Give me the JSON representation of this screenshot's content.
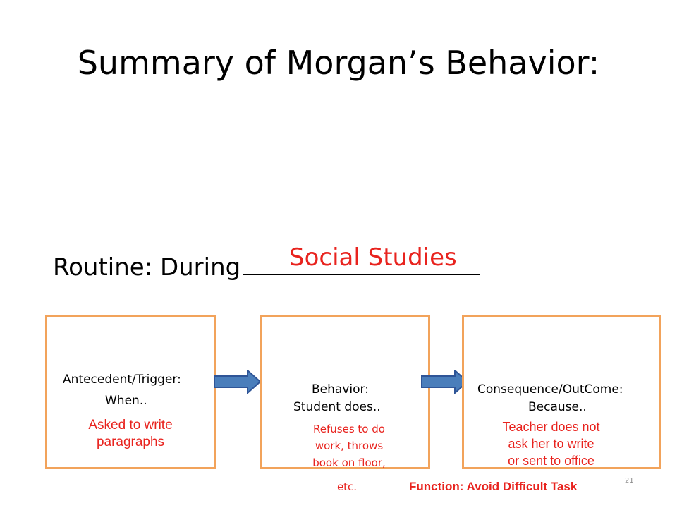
{
  "slide": {
    "title": "Summary of Morgan’s Behavior:",
    "routine_label": "Routine: During",
    "routine_answer": "Social Studies",
    "slide_number": "21"
  },
  "boxes": [
    {
      "label_line1": "Antecedent/Trigger:",
      "label_line2": "When..",
      "answer_line1": "Asked to write",
      "answer_line2": "paragraphs"
    },
    {
      "label_line1": "Behavior:",
      "label_line2": "Student does..",
      "answer_line1": "Refuses to do",
      "answer_line2": "work, throws",
      "answer_line3": "book on floor,",
      "answer_line4": "etc."
    },
    {
      "label_line1": "Consequence/OutCome:",
      "label_line2": "Because..",
      "answer_line1": "Teacher does not",
      "answer_line2": "ask her to write",
      "answer_line3": "or sent to office"
    }
  ],
  "function": "Function:  Avoid Difficult Task",
  "colors": {
    "accent_red": "#e8231e",
    "box_border": "#f2a35b",
    "arrow_fill": "#4a7ebb",
    "arrow_stroke": "#2f5597"
  },
  "icons": [
    "right-arrow-icon",
    "right-arrow-icon"
  ]
}
